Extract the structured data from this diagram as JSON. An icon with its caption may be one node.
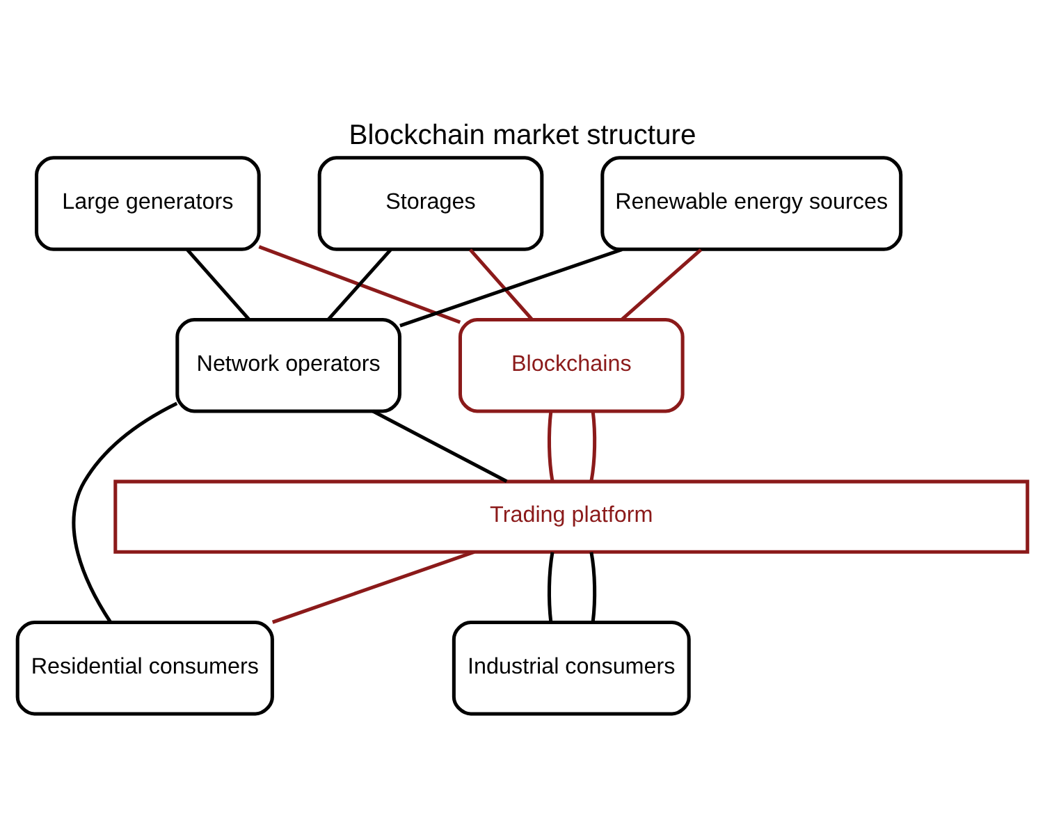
{
  "diagram": {
    "title": "Blockchain market structure",
    "nodes": [
      {
        "text": [
          "Large generators"
        ]
      },
      {
        "text": [
          "Storages"
        ]
      },
      {
        "text": [
          "Renewable energy sources"
        ]
      },
      {
        "text": [
          "Network operators"
        ]
      },
      {
        "text": [
          "Blockchains"
        ]
      },
      {
        "text": [
          "Trading platform"
        ]
      },
      {
        "text": [
          "Residential consumers"
        ]
      },
      {
        "text": [
          "Industrial consumers"
        ]
      }
    ],
    "edges": [
      {
        "from": 0,
        "to": 3,
        "arrow": "none"
      },
      {
        "from": 1,
        "to": 3,
        "arrow": "none"
      },
      {
        "from": 2,
        "to": 3,
        "arrow": "none"
      },
      {
        "from": 0,
        "to": 4,
        "arrow": "none",
        "color": "#8b1a1a"
      },
      {
        "from": 1,
        "to": 4,
        "arrow": "none",
        "color": "#8b1a1a"
      },
      {
        "from": 2,
        "to": 4,
        "arrow": "none",
        "color": "#8b1a1a"
      },
      {
        "from": 3,
        "to": 5,
        "arrow": "none"
      },
      {
        "from": 4,
        "to": 5,
        "arrow": "none",
        "color": "#8b1a1a"
      },
      {
        "from": 4,
        "to": 5,
        "arrow": "none",
        "color": "#8b1a1a"
      },
      {
        "from": 3,
        "to": 6,
        "arrow": "none"
      },
      {
        "from": 5,
        "to": 6,
        "arrow": "none",
        "color": "#8b1a1a"
      },
      {
        "from": 5,
        "to": 7,
        "arrow": "none"
      },
      {
        "from": 5,
        "to": 7,
        "arrow": "none"
      }
    ]
  }
}
